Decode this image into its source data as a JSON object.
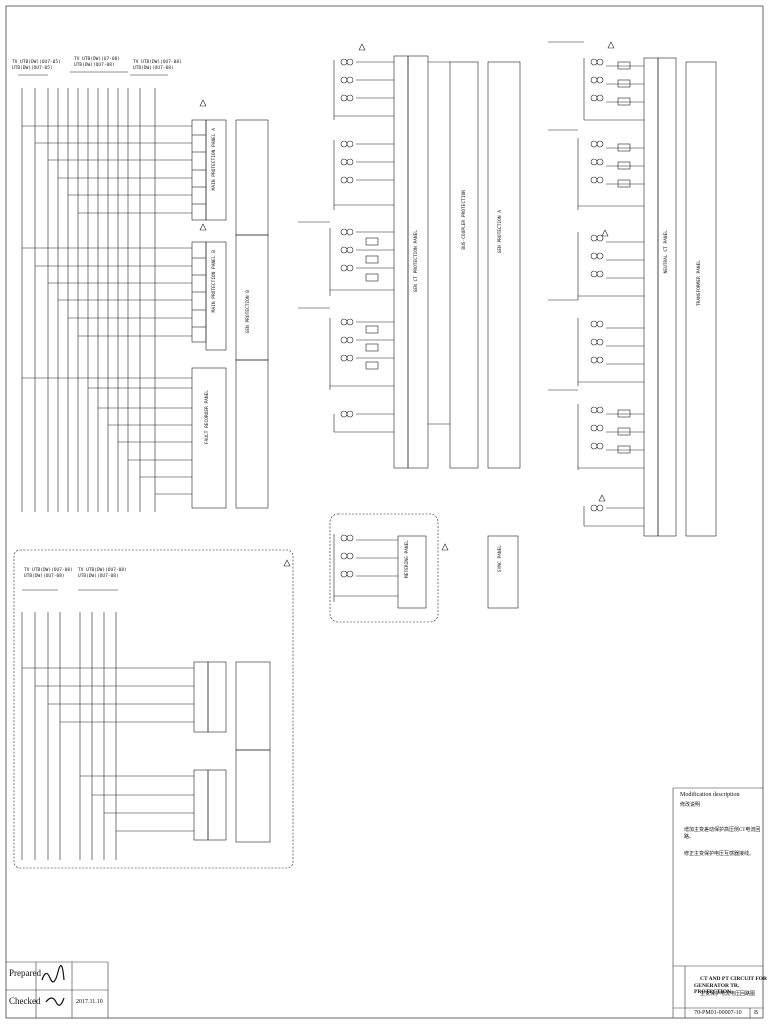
{
  "sheet": {
    "border_color": "#333333"
  },
  "top_left_header": {
    "labels": [
      "TV UTB(DW)(OU7-05)",
      "UTB(DW)(OU7-05)",
      "TV UTB(DW)(U7-08)",
      "UTB(DW)(OU7-08)",
      "TV UTB(DW)(OU7-08)",
      "UTB(DW)(OU7-08)"
    ]
  },
  "bottom_left_header": {
    "labels": [
      "TV UTB(DW)(OU7-08)",
      "UTB(DW)(OU7-08)",
      "TV UTB(DW)(OU7-08)",
      "UTB(DW)(OU7-08)"
    ]
  },
  "device_labels": [
    "MAIN PROTECTION PANEL A",
    "MAIN PROTECTION PANEL B",
    "FAULT RECORDER PANEL",
    "GEN CT PROTECTION PANEL",
    "BUS-COUPLER PROTECTION",
    "METERING PANEL"
  ],
  "right_groups": [
    "NEUTRAL CT PANEL",
    "TRANSFORMER PANEL",
    "GEN PROTECTION A",
    "GEN PROTECTION B",
    "SYNC PANEL"
  ],
  "modification": {
    "title": "Modification description",
    "subtitle": "修改说明",
    "notes": [
      "增加主变差动保护高压侧CT电流回路。",
      "修正主变保护电压互感器接线。"
    ]
  },
  "title_block": {
    "title_lines": [
      "CT AND PT CIRCUIT FOR",
      "GENERATOR TR. PROTECTION",
      "主变保护电流电压回路图"
    ],
    "drawing_no": "70-PM01-00007-10",
    "revision": "B"
  },
  "signatures": {
    "prepared_label": "Prepared",
    "checked_label": "Checked",
    "date": "2017.11.10"
  }
}
